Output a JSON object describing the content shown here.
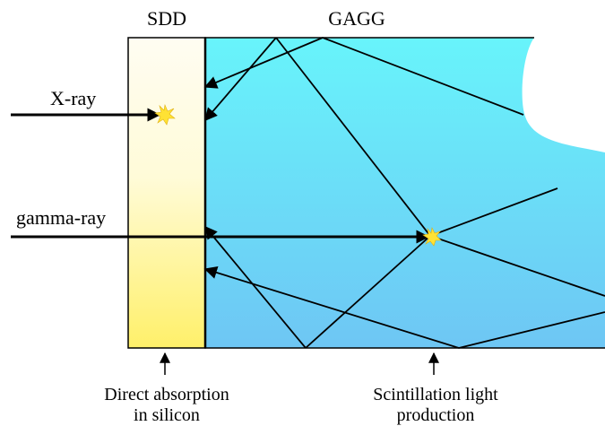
{
  "labels": {
    "sdd": "SDD",
    "gagg": "GAGG",
    "xray": "X-ray",
    "gamma": "gamma-ray",
    "direct_line1": "Direct absorption",
    "direct_line2": "in silicon",
    "scint_line1": "Scintillation light",
    "scint_line2": "production"
  },
  "colors": {
    "sdd_top": "#fffdf2",
    "sdd_bottom": "#fff06a",
    "gagg_top": "#68f4fb",
    "gagg_bottom": "#6ec6f4",
    "burst": "#ffe234",
    "line": "#000000"
  },
  "icons": {
    "absorption_marker": "starburst-icon"
  }
}
